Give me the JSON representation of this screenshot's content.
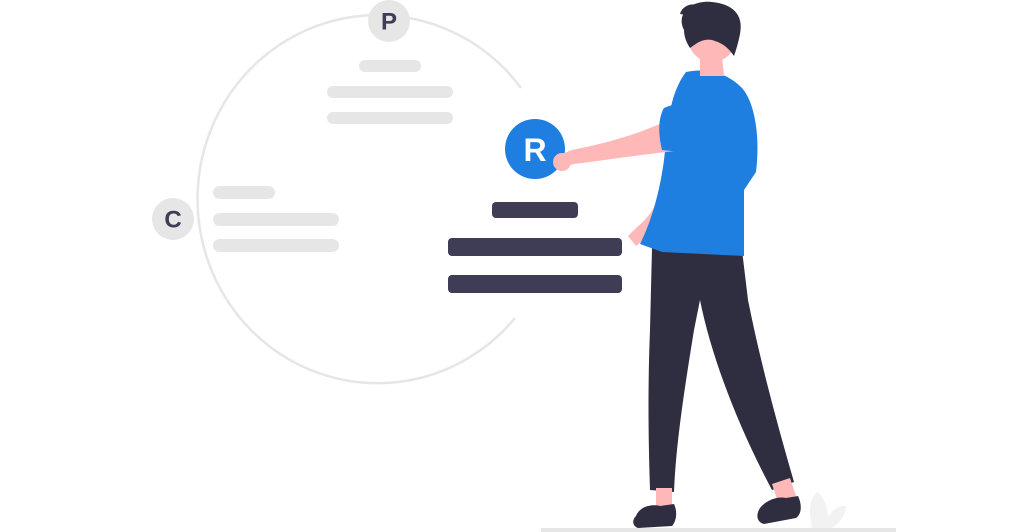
{
  "badges": {
    "p": {
      "letter": "P"
    },
    "c": {
      "letter": "C"
    },
    "r": {
      "letter": "R"
    }
  },
  "colors": {
    "accent": "#1F7FE0",
    "dark": "#3F3D56",
    "pants": "#2F2E41",
    "skin": "#FFB8B8",
    "light_line": "#E6E6E6",
    "badge_gray": "#E6E6E6",
    "badge_text": "#3F3D56"
  }
}
